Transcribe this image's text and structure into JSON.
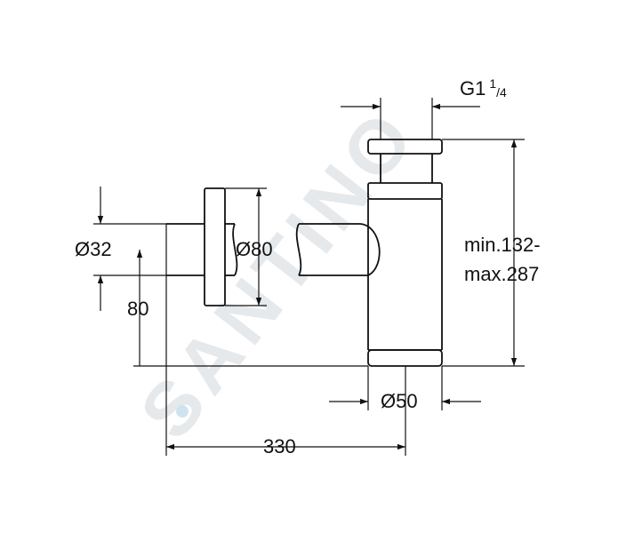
{
  "watermark": {
    "text": "SANTINO",
    "colors": {
      "text": "#e6e9ec",
      "dot": "#cfe3ef"
    }
  },
  "dimensions": {
    "thread": {
      "prefix": "G1",
      "sup": "1",
      "sub": "/4"
    },
    "height": {
      "line1": "min.132-",
      "line2": "max.287"
    },
    "pipe_diameter": "Ø32",
    "rosette_diameter": "Ø80",
    "pipe_height": "80",
    "body_diameter": "Ø50",
    "length": "330"
  },
  "colors": {
    "line": "#111111",
    "background": "#ffffff"
  }
}
